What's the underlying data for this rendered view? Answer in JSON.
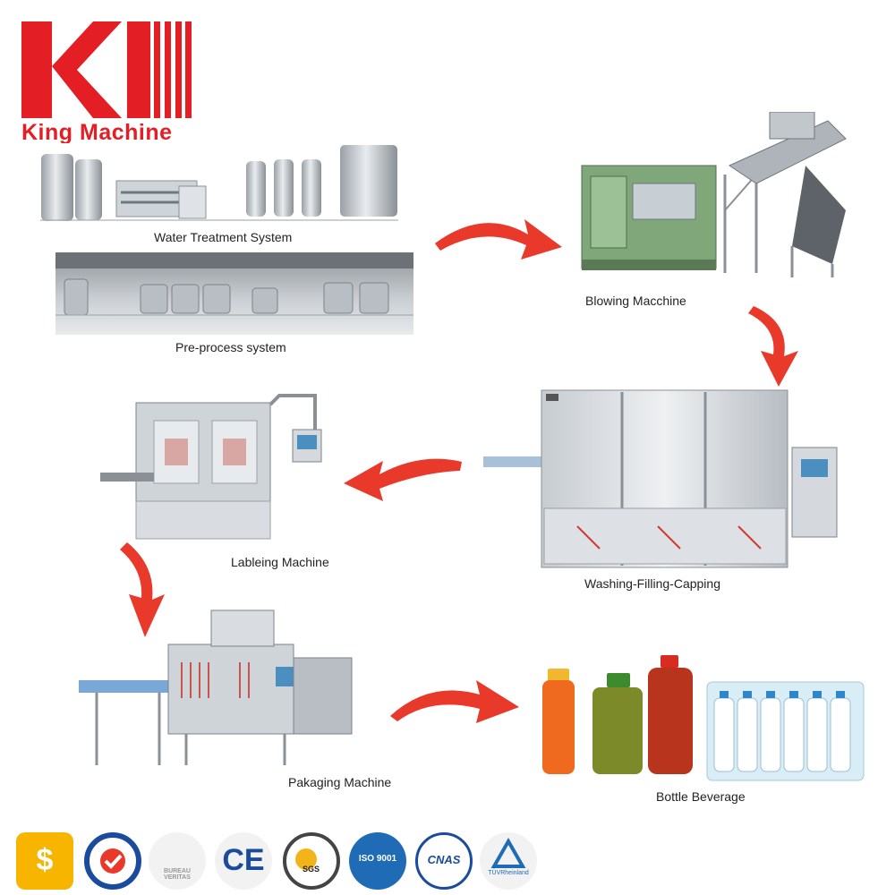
{
  "logo": {
    "brand": "King Machine",
    "colors": {
      "red": "#e31e24"
    }
  },
  "steps": [
    {
      "id": "water",
      "label": "Water Treatment System"
    },
    {
      "id": "preprocess",
      "label": "Pre-process system"
    },
    {
      "id": "blowing",
      "label": "Blowing Macchine"
    },
    {
      "id": "filling",
      "label": "Washing-Filling-Capping"
    },
    {
      "id": "labeling",
      "label": "Lableing Machine"
    },
    {
      "id": "packaging",
      "label": "Pakaging Machine"
    },
    {
      "id": "beverage",
      "label": "Bottle Beverage"
    }
  ],
  "flow": [
    "water/preprocess -> blowing",
    "blowing -> filling",
    "filling -> labeling",
    "labeling -> packaging",
    "packaging -> beverage"
  ],
  "arrow_color": "#e8392b",
  "certifications": [
    {
      "name": "gold-supplier-icon",
      "text": "$"
    },
    {
      "name": "verified-check-icon",
      "text": ""
    },
    {
      "name": "bureau-veritas-icon",
      "text": "BUREAU VERITAS"
    },
    {
      "name": "ce-mark-icon",
      "text": "CE"
    },
    {
      "name": "sgs-icon",
      "text": "SGS"
    },
    {
      "name": "iso-9001-icon",
      "text": "ISO 9001"
    },
    {
      "name": "cnas-icon",
      "text": "CNAS"
    },
    {
      "name": "tuv-rheinland-icon",
      "text": "TÜVRheinland"
    }
  ]
}
